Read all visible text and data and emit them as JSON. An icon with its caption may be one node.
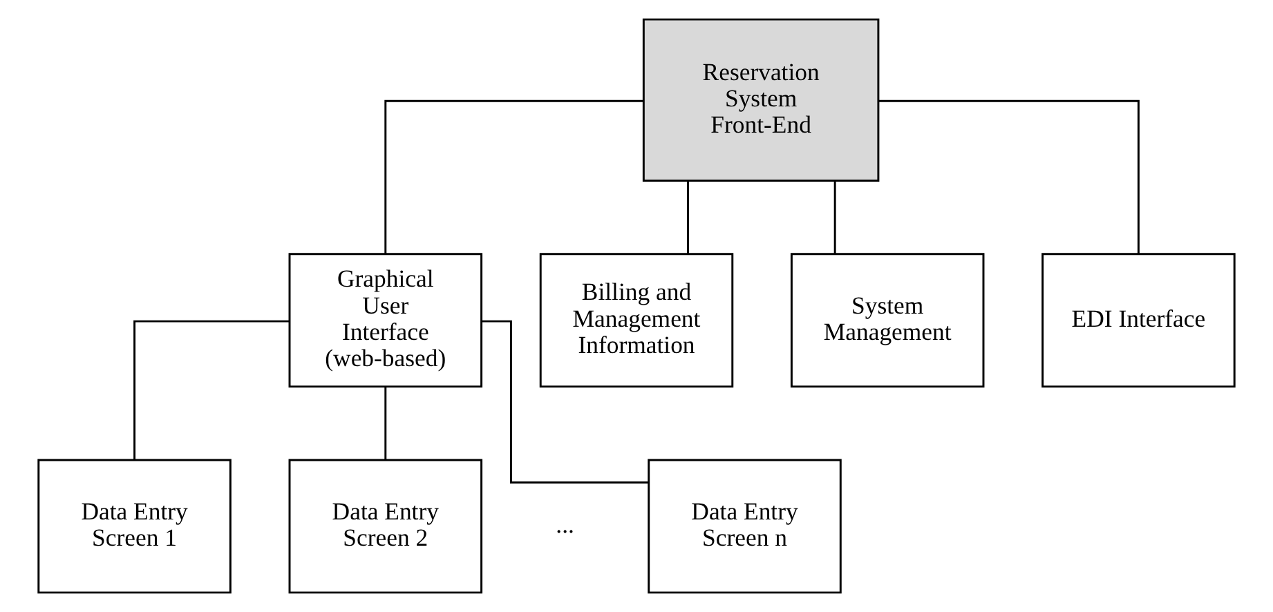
{
  "diagram": {
    "nodes": [
      {
        "text": [
          "Reservation System Front-End"
        ]
      },
      {
        "text": [
          "Graphical User Interface (web-based)"
        ]
      },
      {
        "text": [
          "Billing and Management Information"
        ]
      },
      {
        "text": [
          "System Management"
        ]
      },
      {
        "text": [
          "EDI Interface"
        ]
      },
      {
        "text": [
          "Data Entry Screen 1"
        ]
      },
      {
        "text": [
          "Data Entry Screen 2"
        ]
      },
      {
        "text": [
          "Data Entry Screen n"
        ]
      }
    ],
    "edges": [
      {
        "from": 0,
        "to": 1,
        "arrow": "none"
      },
      {
        "from": 0,
        "to": 2,
        "arrow": "none"
      },
      {
        "from": 0,
        "to": 3,
        "arrow": "none"
      },
      {
        "from": 0,
        "to": 4,
        "arrow": "none"
      },
      {
        "from": 1,
        "to": 5,
        "arrow": "none"
      },
      {
        "from": 1,
        "to": 6,
        "arrow": "none"
      },
      {
        "from": 1,
        "to": 7,
        "arrow": "none"
      }
    ],
    "labels": [
      "..."
    ]
  }
}
